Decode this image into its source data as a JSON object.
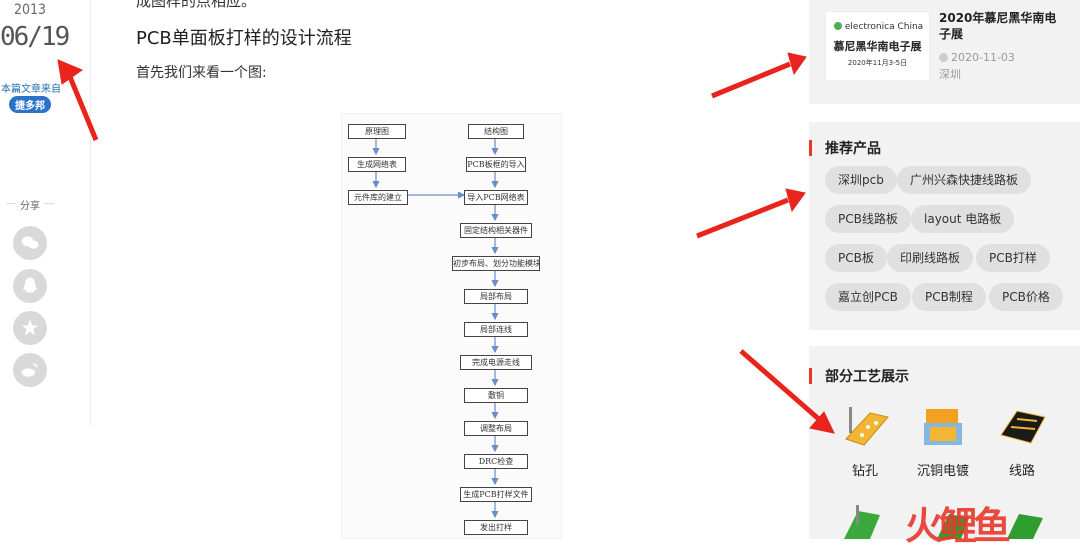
{
  "left": {
    "year": "2013",
    "date": "06/19",
    "source_label": "本篇文章来自",
    "source_badge": "捷多邦",
    "share_label": "分享",
    "share_icons": [
      "wechat-icon",
      "qq-icon",
      "qzone-icon",
      "weibo-icon"
    ]
  },
  "article": {
    "cutoff_text": "成图样的点相应。",
    "heading": "PCB单面板打样的设计流程",
    "intro": "首先我们来看一个图:",
    "flow": {
      "left_column": [
        "原理图",
        "生成网络表",
        "元件库的建立"
      ],
      "right_column": [
        "结构图",
        "PCB板框的导入",
        "导入PCB网络表",
        "固定结构相关器件",
        "初步布局、划分功能模块",
        "局部布局",
        "局部连线",
        "完成电源走线",
        "敷铜",
        "调整布局",
        "DRC检查",
        "生成PCB打样文件",
        "发出打样"
      ]
    }
  },
  "sidebar": {
    "news": {
      "image_title_en": "electronica China",
      "image_title_cn": "慕尼黑华南电子展",
      "image_date": "2020年11月3-5日",
      "title": "2020年慕尼黑华南电子展",
      "date": "2020-11-03",
      "location": "深圳"
    },
    "recommend_title": "推荐产品",
    "tags": [
      "深圳pcb",
      "广州兴森快捷线路板",
      "PCB线路板",
      "layout 电路板",
      "PCB板",
      "印刷线路板",
      "PCB打样",
      "嘉立创PCB",
      "PCB制程",
      "PCB价格"
    ],
    "process_title": "部分工艺展示",
    "processes": [
      "钻孔",
      "沉铜电镀",
      "线路"
    ]
  },
  "watermark": "火鲤鱼",
  "colors": {
    "accent": "#e8382c",
    "badge": "#2a73c8",
    "panel": "#f2f2f2",
    "tag": "#e0e0e0"
  }
}
